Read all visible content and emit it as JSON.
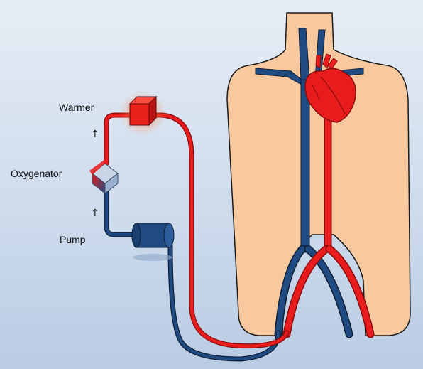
{
  "labels": {
    "warmer": "Warmer",
    "oxygenator": "Oxygenator",
    "pump": "Pump"
  },
  "icons": {
    "flow_arrow_1": "arrow-up-icon",
    "flow_arrow_2": "arrow-up-icon"
  },
  "colors": {
    "oxygenated_blood": "#e81c1c",
    "deoxygenated_blood": "#1f4a82",
    "skin": "#f8c89e",
    "background": "#c8d7ea"
  }
}
